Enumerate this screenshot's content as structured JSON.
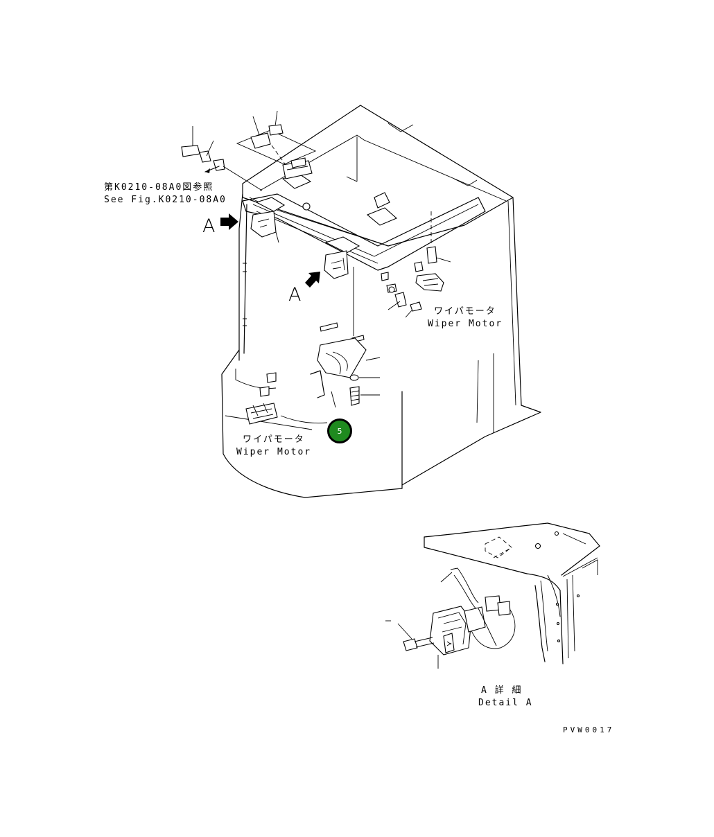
{
  "labels": {
    "ref_jp": "第K0210-08A0図参照",
    "ref_en": "See Fig.K0210-08A0",
    "view_a_left": "A",
    "view_a_center": "A",
    "wiper_upper_jp": "ワイパモータ",
    "wiper_upper_en": "Wiper Motor",
    "wiper_lower_jp": "ワイパモータ",
    "wiper_lower_en": "Wiper Motor",
    "detail_jp": "A 詳 細",
    "detail_en": "Detail A",
    "drawing_number": "PVW0017"
  },
  "callout": {
    "number": "5",
    "color": "#1f8a1f"
  }
}
